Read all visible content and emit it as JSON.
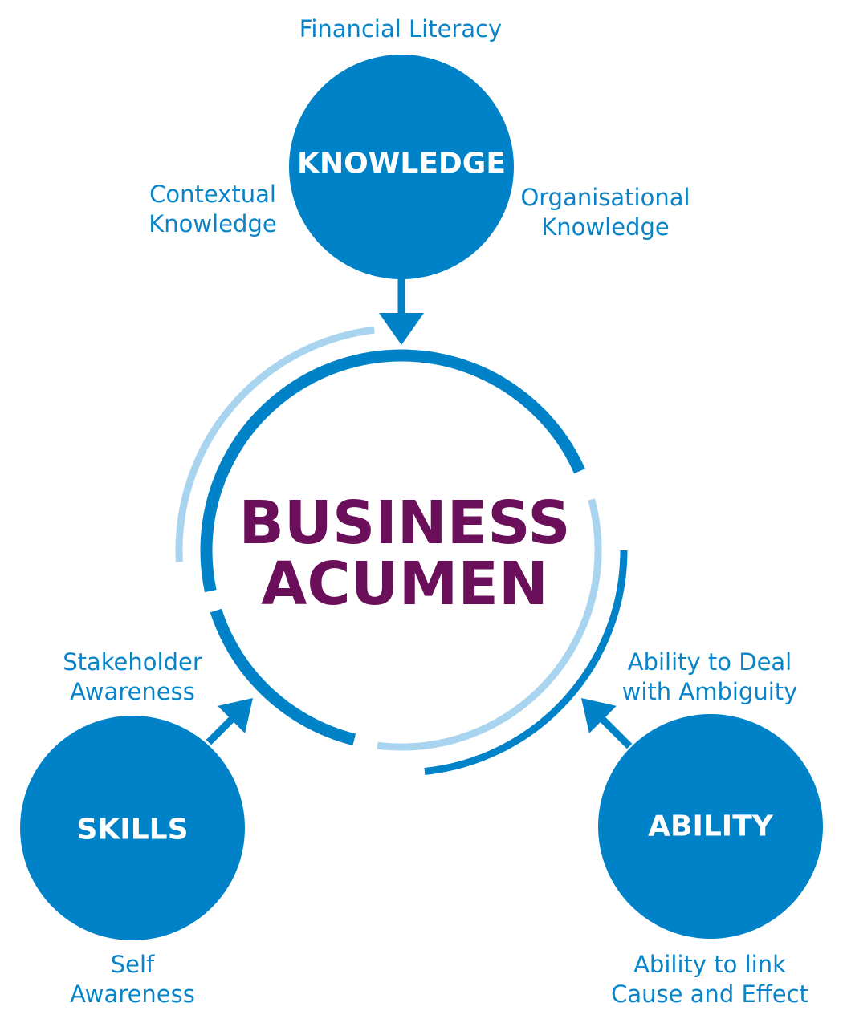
{
  "colors": {
    "primary": "#0082c8",
    "light": "#a8d4ef",
    "center_text": "#6b0f5a"
  },
  "center": {
    "line1": "BUSINESS",
    "line2": "ACUMEN"
  },
  "nodes": {
    "knowledge": {
      "title": "KNOWLEDGE"
    },
    "skills": {
      "title": "SKILLS"
    },
    "ability": {
      "title": "ABILITY"
    }
  },
  "labels": {
    "financial_literacy": "Financial Literacy",
    "contextual": [
      "Contextual",
      "Knowledge"
    ],
    "organisational": [
      "Organisational",
      "Knowledge"
    ],
    "stakeholder": [
      "Stakeholder",
      "Awareness"
    ],
    "self": [
      "Self",
      "Awareness"
    ],
    "ambiguity": [
      "Ability to Deal",
      "with Ambiguity"
    ],
    "cause_effect": [
      "Ability to link",
      "Cause and Effect"
    ]
  }
}
